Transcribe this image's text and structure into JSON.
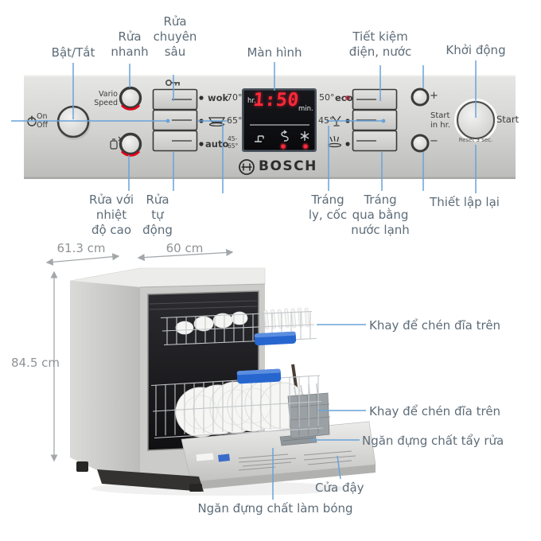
{
  "colors": {
    "leader_line": "#69a3d9",
    "label_text": "#5d6c78",
    "dimension_text": "#8f9396",
    "display_red": "#ff2937",
    "accent_red": "#e30018",
    "handle_blue": "#2766cf",
    "panel_silver": "#d2d2d0"
  },
  "icons": [
    "power-icon",
    "key-icon",
    "hygiene-icon",
    "dish-program-icon",
    "glass-program-icon",
    "rinse-program-icon",
    "tap-icon",
    "rinse-aid-icon",
    "salt-icon",
    "bosch-logo-icon"
  ],
  "callouts_top": [
    {
      "id": "bat-tat",
      "text": "Bật/Tắt"
    },
    {
      "id": "rua-nhanh",
      "text": "Rửa\nnhanh"
    },
    {
      "id": "rua-chuyen-sau",
      "text": "Rửa\nchuyên\nsâu"
    },
    {
      "id": "man-hinh",
      "text": "Màn hình"
    },
    {
      "id": "tiet-kiem",
      "text": "Tiết kiệm\nđiện, nước"
    },
    {
      "id": "khoi-dong",
      "text": "Khởi động"
    }
  ],
  "callouts_bottom": [
    {
      "id": "rua-nhiet-do-cao",
      "text": "Rửa với\nnhiệt\nđộ cao"
    },
    {
      "id": "rua-tu-dong",
      "text": "Rửa\ntự\nđộng"
    },
    {
      "id": "trang-ly-coc",
      "text": "Tráng\nly, cốc"
    },
    {
      "id": "trang-nuoc-lanh",
      "text": "Tráng\nqua bằng\nnước lạnh"
    },
    {
      "id": "thiet-lap-lai",
      "text": "Thiết lập lại"
    }
  ],
  "panel": {
    "power_label": "On\nOff",
    "vario_label": "Vario\nSpeed",
    "programs_left": [
      {
        "name": "wok",
        "temp": "70°"
      },
      {
        "name": "",
        "temp": "65°"
      },
      {
        "name": "auto",
        "temp": "45-\n65°"
      }
    ],
    "display": {
      "hr": "hr.",
      "time": "1:50",
      "min": "min."
    },
    "programs_right": [
      {
        "temp": "50°",
        "name": "eco"
      },
      {
        "temp": "45°",
        "name": ""
      },
      {
        "temp": "",
        "name": ""
      }
    ],
    "plus": "+",
    "minus": "−",
    "start_in_hr": "Start\nin hr.",
    "start": "Start",
    "reset": "Reset 3 sec.",
    "brand": "BOSCH"
  },
  "dimensions": {
    "depth": "61.3 cm",
    "width": "60 cm",
    "height": "84.5 cm"
  },
  "machine_labels": [
    "Khay để chén đĩa trên",
    "Khay để chén đĩa trên",
    "Ngăn đựng chất tẩy rửa",
    "Cửa đậy",
    "Ngăn đựng chất làm bóng"
  ]
}
